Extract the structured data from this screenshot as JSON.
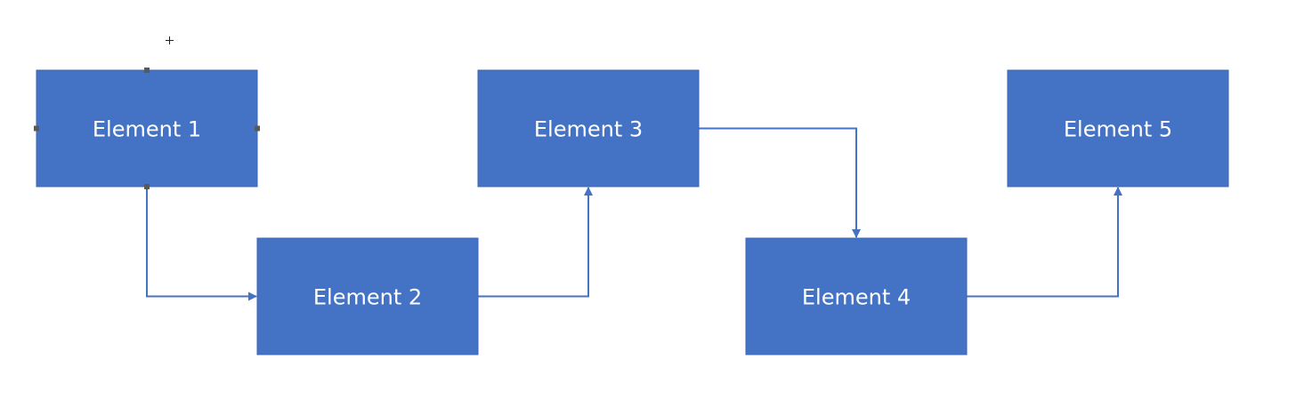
{
  "diagram": {
    "nodes": [
      {
        "id": "e1",
        "label": "Element 1",
        "selected": true
      },
      {
        "id": "e2",
        "label": "Element 2"
      },
      {
        "id": "e3",
        "label": "Element 3"
      },
      {
        "id": "e4",
        "label": "Element 4"
      },
      {
        "id": "e5",
        "label": "Element 5"
      }
    ],
    "edges": [
      {
        "from": "e1",
        "to": "e2"
      },
      {
        "from": "e2",
        "to": "e3"
      },
      {
        "from": "e3",
        "to": "e4"
      },
      {
        "from": "e4",
        "to": "e5"
      }
    ]
  },
  "colors": {
    "node_fill": "#4472C4",
    "node_border": "#3B66B4",
    "connector": "#4472C4",
    "handle": "#595959",
    "background": "#FFFFFF"
  }
}
